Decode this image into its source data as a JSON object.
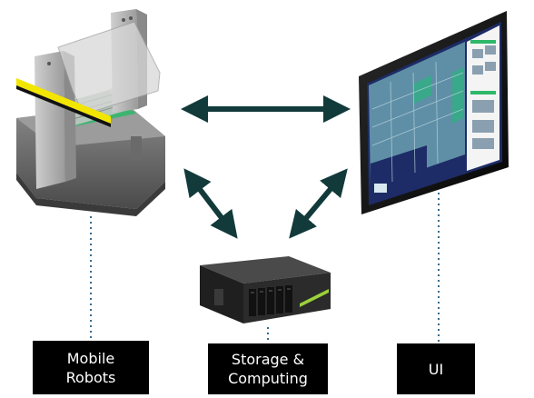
{
  "nodes": {
    "robots": {
      "label_line1": "Mobile",
      "label_line2": "Robots"
    },
    "storage": {
      "label_line1": "Storage &",
      "label_line2": "Computing"
    },
    "ui": {
      "label_line1": "UI"
    }
  },
  "colors": {
    "arrow": "#123a3a",
    "connector": "#3a6a8a",
    "label_bg": "#000000",
    "label_text": "#ffffff",
    "robot_body": "#7a7a7a",
    "robot_accent_yellow": "#f2e600",
    "robot_accent_green": "#2eb86a",
    "server_body": "#2b2b2b",
    "server_accent_green": "#9bd23a",
    "monitor_frame": "#151515",
    "map_floor": "#5f8fa6",
    "map_dark": "#1d2c66"
  },
  "icons": {
    "robots": "mobile-robot-illustration",
    "storage": "rack-server-illustration",
    "ui": "monitor-map-ui-illustration"
  }
}
